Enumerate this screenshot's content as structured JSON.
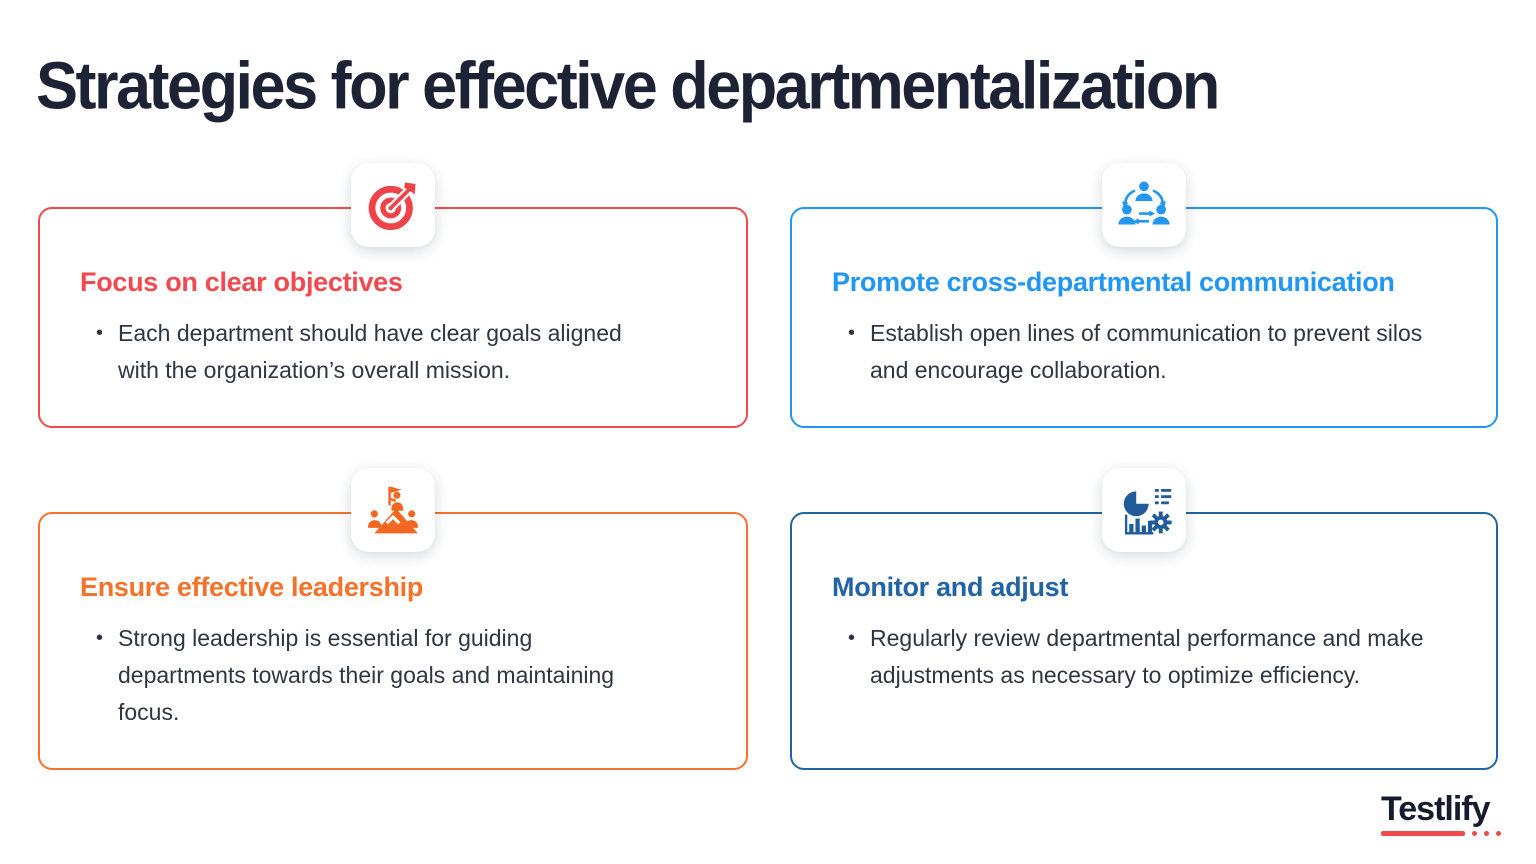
{
  "page": {
    "title": "Strategies for effective departmentalization",
    "background_color": "#ffffff",
    "title_color": "#1d2335",
    "body_text_color": "#2e3642"
  },
  "cards": [
    {
      "id": "focus-objectives",
      "icon": "target-dart-icon",
      "accent": "#f2494f",
      "icon_color": "#ef434a",
      "heading": "Focus on clear objectives",
      "bullet": "Each department should have clear goals aligned with the organization’s overall mission."
    },
    {
      "id": "cross-departmental-communication",
      "icon": "people-exchange-icon",
      "accent": "#2196f3",
      "icon_color": "#2196f3",
      "heading": "Promote cross-departmental communication",
      "bullet": "Establish open lines of communication to prevent silos and encourage collaboration."
    },
    {
      "id": "effective-leadership",
      "icon": "leadership-summit-icon",
      "accent": "#f47229",
      "icon_color": "#f26722",
      "heading": "Ensure effective leadership",
      "bullet": "Strong leadership is essential for guiding departments towards their goals and maintaining focus."
    },
    {
      "id": "monitor-adjust",
      "icon": "analytics-gear-icon",
      "accent": "#2264a3",
      "icon_color": "#1f5c99",
      "heading": "Monitor and adjust",
      "bullet": "Regularly review departmental performance and make adjustments as necessary to optimize efficiency."
    }
  ],
  "brand": {
    "name": "Testlify",
    "text_color": "#161c2d",
    "accent_color": "#f2494f"
  },
  "bullet_glyph": "•"
}
